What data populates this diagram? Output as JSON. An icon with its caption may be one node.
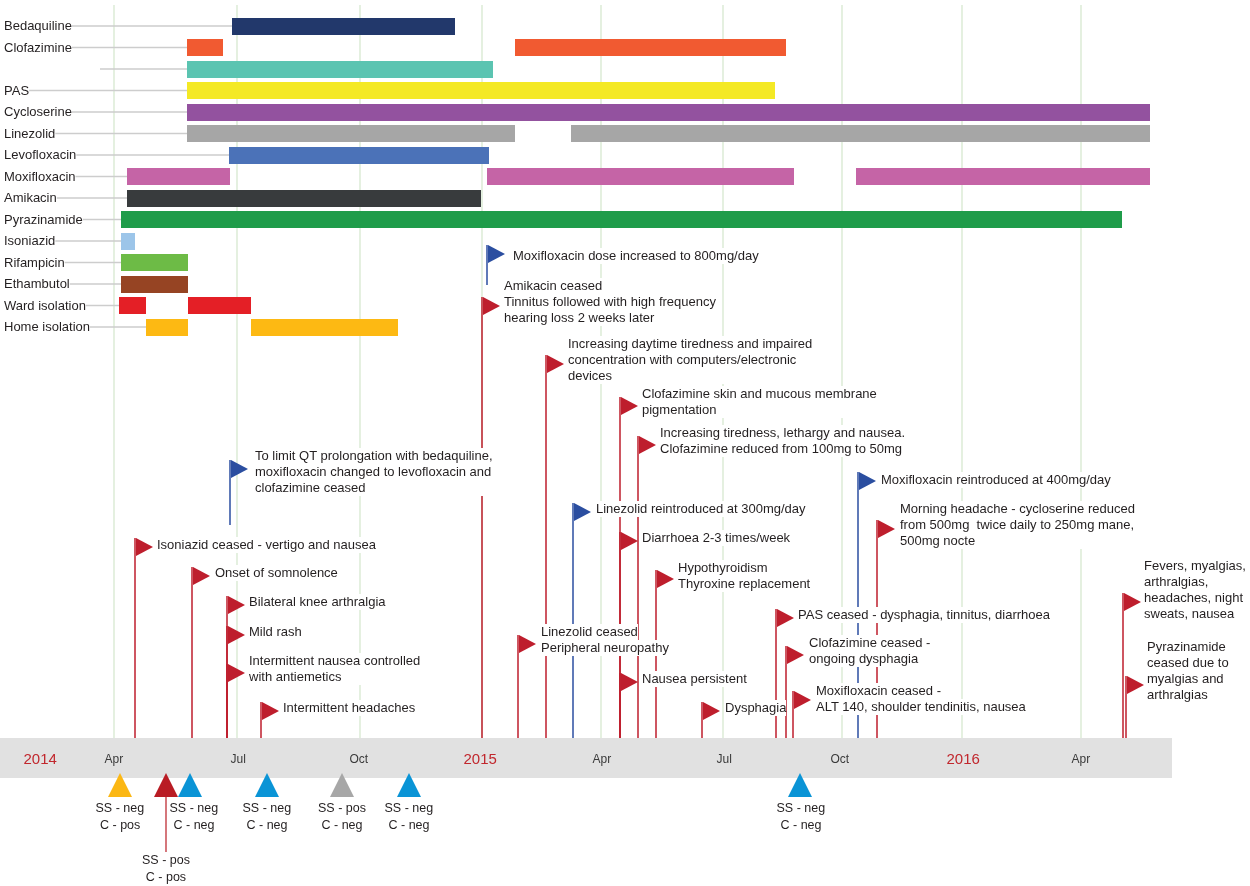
{
  "diagram": {
    "nodes": [
      {
        "text": [
          "Bedaquiline"
        ]
      },
      {
        "text": [],
        "shape": "bar"
      },
      {
        "text": [
          "Clofazimine"
        ]
      },
      {
        "text": [],
        "shape": "bar"
      },
      {
        "text": [],
        "shape": "bar"
      },
      {
        "text": [],
        "shape": "bar"
      },
      {
        "text": [
          "PAS"
        ]
      },
      {
        "text": [],
        "shape": "bar"
      },
      {
        "text": [
          "Cycloserine"
        ]
      },
      {
        "text": [],
        "shape": "bar"
      },
      {
        "text": [
          "Linezolid"
        ]
      },
      {
        "text": [],
        "shape": "bar"
      },
      {
        "text": [],
        "shape": "bar"
      },
      {
        "text": [
          "Levofloxacin"
        ]
      },
      {
        "text": [],
        "shape": "bar"
      },
      {
        "text": [
          "Moxifloxacin"
        ]
      },
      {
        "text": [],
        "shape": "bar"
      },
      {
        "text": [],
        "shape": "bar"
      },
      {
        "text": [],
        "shape": "bar"
      },
      {
        "text": [
          "Amikacin"
        ]
      },
      {
        "text": [],
        "shape": "bar"
      },
      {
        "text": [
          "Pyrazinamide"
        ]
      },
      {
        "text": [],
        "shape": "bar"
      },
      {
        "text": [
          "Isoniazid"
        ]
      },
      {
        "text": [],
        "shape": "bar"
      },
      {
        "text": [
          "Rifampicin"
        ]
      },
      {
        "text": [],
        "shape": "bar"
      },
      {
        "text": [
          "Ethambutol"
        ]
      },
      {
        "text": [],
        "shape": "bar"
      },
      {
        "text": [
          "Ward isolation"
        ]
      },
      {
        "text": [],
        "shape": "bar"
      },
      {
        "text": [],
        "shape": "bar"
      },
      {
        "text": [
          "Home isolation"
        ]
      },
      {
        "text": [],
        "shape": "bar"
      },
      {
        "text": [],
        "shape": "bar"
      },
      {
        "text": [],
        "shape": "triangle",
        "beside": [
          "SS - neg",
          "C - pos"
        ]
      },
      {
        "text": [],
        "shape": "triangle"
      },
      {
        "text": [],
        "shape": "triangle",
        "beside": [
          "SS - neg",
          "C - neg"
        ]
      },
      {
        "text": [],
        "shape": "triangle",
        "beside": [
          "SS - neg",
          "C - neg"
        ]
      },
      {
        "text": [],
        "shape": "triangle",
        "beside": [
          "SS - pos",
          "C - neg"
        ]
      },
      {
        "text": [],
        "shape": "triangle",
        "beside": [
          "SS - neg",
          "C - neg"
        ]
      },
      {
        "text": [],
        "shape": "triangle",
        "beside": [
          "SS - neg",
          "C - neg"
        ]
      },
      {
        "text": [
          "SS - pos",
          "C - pos"
        ]
      }
    ],
    "edges": [
      {
        "from": 0,
        "to": 1,
        "arrow": "none"
      },
      {
        "from": 2,
        "to": 3,
        "arrow": "none"
      },
      {
        "from": null,
        "to": 5,
        "arrow": "none"
      },
      {
        "from": 6,
        "to": 7,
        "arrow": "none"
      },
      {
        "from": 8,
        "to": 9,
        "arrow": "none"
      },
      {
        "from": 10,
        "to": 11,
        "arrow": "none"
      },
      {
        "from": 13,
        "to": 14,
        "arrow": "none"
      },
      {
        "from": 15,
        "to": 16,
        "arrow": "none"
      },
      {
        "from": 19,
        "to": 20,
        "arrow": "none"
      },
      {
        "from": 21,
        "to": 22,
        "arrow": "none"
      },
      {
        "from": 23,
        "to": 24,
        "arrow": "none"
      },
      {
        "from": 25,
        "to": 26,
        "arrow": "none"
      },
      {
        "from": 27,
        "to": 28,
        "arrow": "none"
      },
      {
        "from": 29,
        "to": 30,
        "arrow": "none"
      },
      {
        "from": 32,
        "to": 33,
        "arrow": "none"
      },
      {
        "from": 42,
        "to": 36,
        "arrow": "none",
        "color": "#b91c24"
      }
    ],
    "labels": [
      "Moxifloxacin dose increased to 800mg/day",
      "Amikacin ceased",
      "Tinnitus followed with high frequency hearing loss 2 weeks later",
      "Increasing daytime tiredness and impaired concentration with computers/electronic devices",
      "Clofazimine skin and mucous membrane pigmentation",
      "To limit QT prolongation with bedaquiline, moxifloxacin changed to levofloxacin and clofazimine ceased",
      "Increasing tiredness, lethargy and nausea.",
      "Clofazimine reduced from 100mg to 50mg",
      "Moxifloxacin reintroduced at 400mg/day",
      "Isoniazid ceased - vertigo and nausea",
      "Linezolid reintroduced at 300mg/day",
      "Diarrhoea 2-3 times/week",
      "Morning headache - cycloserine reduced from 500mg  twice daily to 250mg mane, 500mg nocte",
      "Onset of somnolence",
      "Bilateral knee arthralgia",
      "Hypothyroidism",
      "Thyroxine replacement",
      "PAS ceased - dysphagia, tinnitus, diarrhoea",
      "Fevers, myalgias, arthralgias, headaches, night sweats, nausea",
      "Mild rash",
      "Intermittent nausea controlled with antiemetics",
      "Intermittent headaches",
      "Linezolid ceased",
      "Peripheral neuropathy",
      "Nausea persistent",
      "Dysphagia",
      "Clofazimine ceased - ongoing dysphagia",
      "Moxifloxacin ceased -",
      "ALT 140, shoulder tendinitis, nausea",
      "Pyrazinamide ceased due to myalgias and arthralgias",
      "2014",
      "Apr",
      "Jul",
      "Oct",
      "2015",
      "Apr",
      "Jul",
      "Oct",
      "2016",
      "Apr"
    ]
  }
}
